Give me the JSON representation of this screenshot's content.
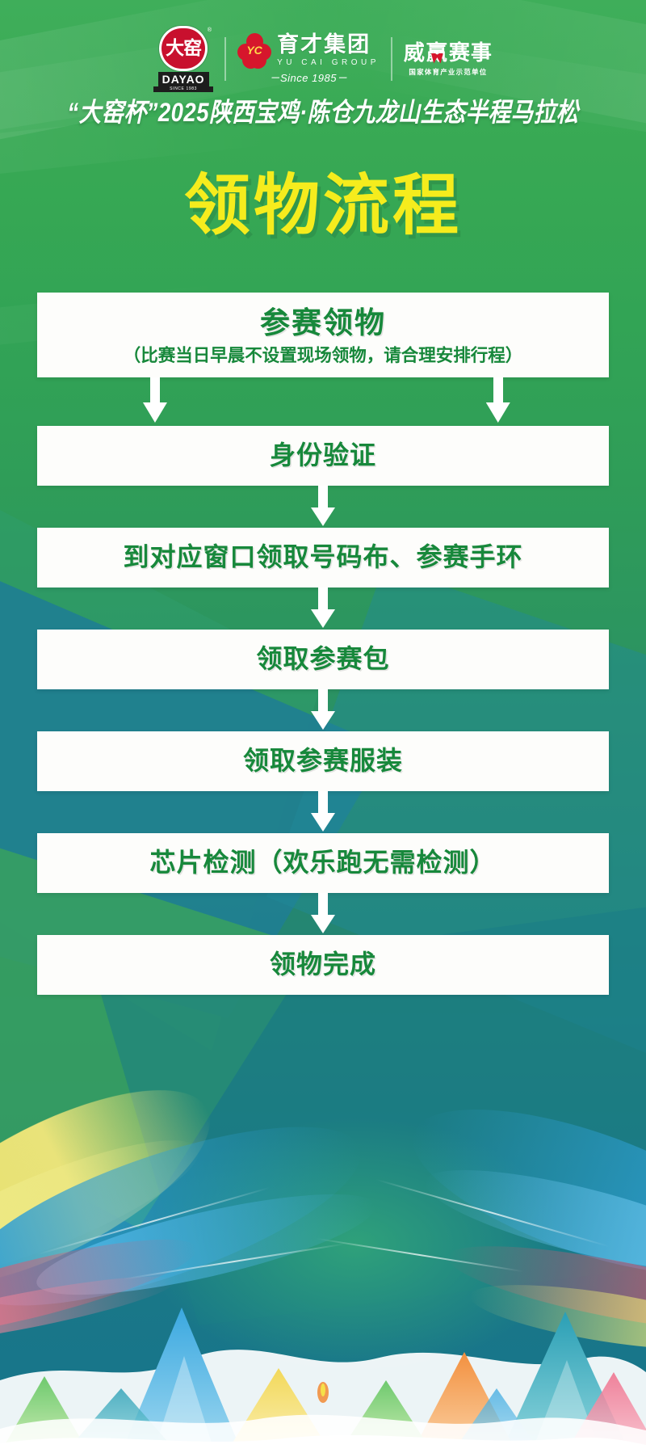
{
  "poster": {
    "event_subtitle": "“大窑杯”2025陕西宝鸡·陈仓九龙山生态半程马拉松",
    "main_title": "领物流程",
    "colors": {
      "title_yellow": "#F5EC1D",
      "box_white": "#FDFDFB",
      "text_green": "#17883B",
      "brand_red": "#D6162C",
      "bg_green_top": "#3FAE5A",
      "bg_teal_bottom": "#17748C"
    }
  },
  "logos": [
    {
      "name": "dayao",
      "seal_text": "大窑",
      "wordmark": "DAYAO",
      "since": "SINCE 1983",
      "registered": "®"
    },
    {
      "name": "yucai",
      "monogram": "YC",
      "cn": "育才集团",
      "en": "YU CAI GROUP",
      "since": "－Since 1985－"
    },
    {
      "name": "weiying",
      "cn_part1": "威",
      "cn_part2": "赢",
      "cn_part3": "赛事",
      "sub": "国家体育产业示范单位"
    }
  ],
  "flow": {
    "steps": [
      {
        "id": "step-1",
        "title": "参赛领物",
        "note": "（比赛当日早晨不设置现场领物，请合理安排行程）"
      },
      {
        "id": "step-2",
        "title": "身份验证"
      },
      {
        "id": "step-3",
        "title": "到对应窗口领取号码布、参赛手环"
      },
      {
        "id": "step-4",
        "title": "领取参赛包"
      },
      {
        "id": "step-5",
        "title": "领取参赛服装"
      },
      {
        "id": "step-6",
        "title": "芯片检测（欢乐跑无需检测）"
      },
      {
        "id": "step-7",
        "title": "领物完成"
      }
    ],
    "connector_icon": "down-arrow-icon"
  }
}
